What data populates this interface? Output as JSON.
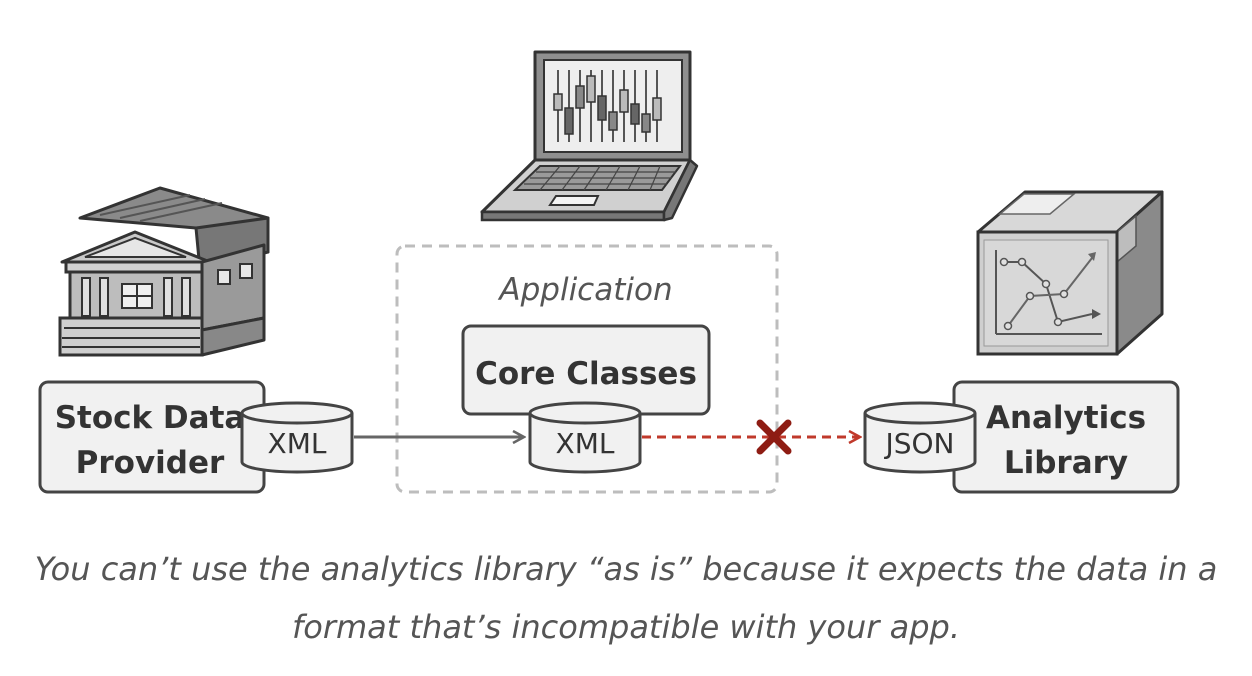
{
  "stock_provider": {
    "line1": "Stock Data",
    "line2": "Provider",
    "format": "XML"
  },
  "application": {
    "label": "Application",
    "core": "Core Classes",
    "format": "XML"
  },
  "analytics": {
    "line1": "Analytics",
    "line2": "Library",
    "format": "JSON"
  },
  "connections": [
    {
      "from": "stock_provider",
      "to": "application",
      "style": "solid"
    },
    {
      "from": "application",
      "to": "analytics",
      "style": "dashed",
      "status": "incompatible"
    }
  ],
  "caption": {
    "line1": "You can’t use the analytics library “as is” because it expects the data in a",
    "line2": "format that’s incompatible with your app."
  },
  "colors": {
    "stroke": "#444444",
    "fill_light": "#f0f0f0",
    "fill_mid": "#d8d8d8",
    "blocked_arrow": "#c0392b",
    "blocked_x": "#8e1c13"
  }
}
